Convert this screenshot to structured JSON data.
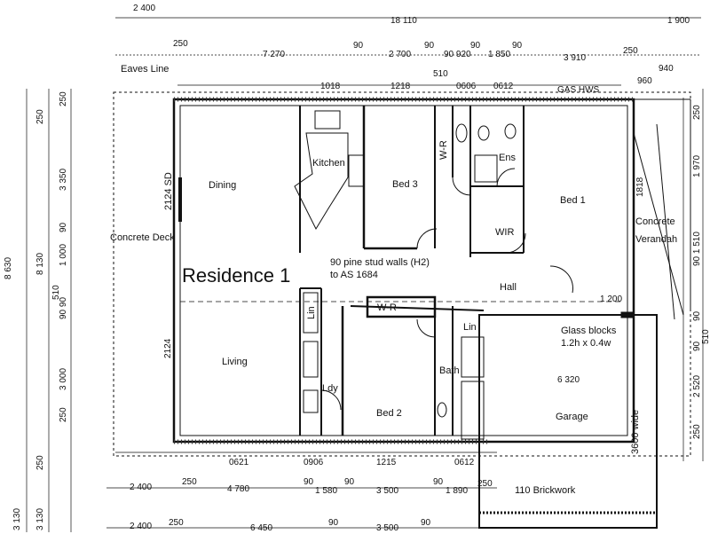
{
  "title": "Residence 1",
  "rooms": {
    "dining": "Dining",
    "kitchen": "Kitchen",
    "bed3": "Bed 3",
    "wr_top": "W-R",
    "ens": "Ens",
    "bed1": "Bed 1",
    "wir": "WIR",
    "living": "Living",
    "lin_left": "Lin",
    "wr_mid": "W-R",
    "lin_right": "Lin",
    "ldy": "Ldy",
    "bed2": "Bed 2",
    "bath": "Bath",
    "hall": "Hall",
    "garage": "Garage",
    "concrete_deck": "Concrete Deck",
    "concrete_verandah_1": "Concrete",
    "concrete_verandah_2": "Verandah",
    "eaves_line": "Eaves Line"
  },
  "notes": {
    "stud_1": "90 pine stud walls (H2)",
    "stud_2": "to AS 1684",
    "glass_1": "Glass blocks",
    "glass_2": "1.2h x 0.4w",
    "brickwork": "110 Brickwork",
    "gas": "GAS HWS",
    "width_3600": "3600 wide",
    "sd": "2124 SD"
  },
  "dims_top": {
    "d2400": "2 400",
    "d18110": "18 110",
    "d1900": "1 900",
    "d250a": "250",
    "d7270": "7 270",
    "d90a": "90",
    "d2700": "2 700",
    "d90b": "90",
    "d920": "90  920",
    "d90c": "90",
    "d1850": "1 850",
    "d90d": "90",
    "d250b": "250",
    "d3910": "3 910",
    "d940": "940",
    "d960": "960",
    "d510": "510",
    "w1018": "1018",
    "w1218": "1218",
    "w0606": "0606",
    "w0612": "0612"
  },
  "dims_bottom": {
    "w0621": "0621",
    "w0906": "0906",
    "w1215": "1215",
    "w0612": "0612",
    "b2400": "2 400",
    "b250a": "250",
    "b4780": "4 780",
    "b90a": "90",
    "b1580": "1 580",
    "b90b": "90",
    "b3500": "3 500",
    "b90c": "90",
    "b1890": "1 890",
    "b250b": "250",
    "c2400": "2 400",
    "c250": "250",
    "c6450": "6 450",
    "c90a": "90",
    "c3500": "3 500",
    "c90b": "90"
  },
  "dims_left": {
    "l8630": "8 630",
    "l8130": "8 130",
    "l250a": "250",
    "l3350": "3 350",
    "l90": "90",
    "l1000": "1 000",
    "l510": "510",
    "l90b": "90  90",
    "l3000": "3 000",
    "l250b": "250",
    "l3130a": "3 130",
    "l3130b": "3 130",
    "l250c": "250",
    "l250d": "250",
    "l2124": "2124"
  },
  "dims_right": {
    "r250a": "250",
    "r1970": "1 970",
    "r1818": "1818",
    "r1510": "90  1 510",
    "r90": "90",
    "r510": "510",
    "r90b": "90",
    "r2520": "2 520",
    "r250b": "250",
    "r1200": "1 200",
    "r6320": "6 320"
  }
}
